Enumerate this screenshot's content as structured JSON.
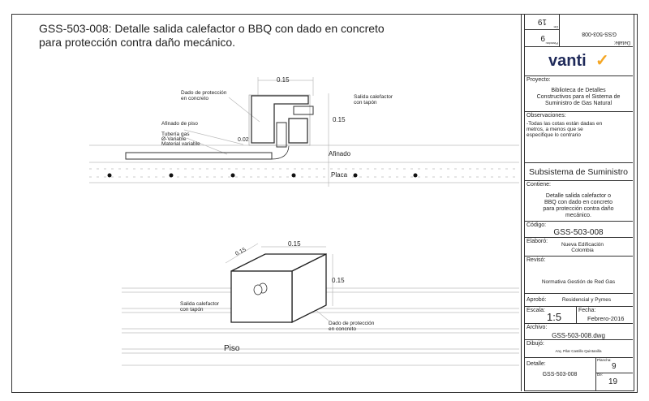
{
  "title": {
    "line1": "GSS-503-008:  Detalle salida calefactor o BBQ con dado en concreto",
    "line2": "para protección contra daño mecánico."
  },
  "section": {
    "dim_width": "0.15",
    "dim_height": "0.15",
    "dim_gap": "0.02",
    "label_dado": [
      "Dado de protección",
      "en concreto"
    ],
    "label_salida": [
      "Salida calefactor",
      "con tapón"
    ],
    "label_afinado_piso": "Afinado de piso",
    "label_tuberia": [
      "Tubería gas",
      "Ø-Variable",
      "Material variable"
    ],
    "label_afinado": "Afinado",
    "label_placa": "Placa"
  },
  "iso": {
    "dim_depth": "0.15",
    "dim_width": "0.15",
    "dim_height": "0.15",
    "label_salida": [
      "Salida calefactor",
      "con tapón"
    ],
    "label_dado": [
      "Dado de protección",
      "en concreto"
    ],
    "label_piso": "Piso"
  },
  "titleblock": {
    "header_rotated": {
      "de_label": "De:",
      "de_value": "19",
      "plancha_label": "Plancha:",
      "plancha_value": "9",
      "detalle_label": "Detalle:",
      "detalle_value": "GSS-503-008"
    },
    "logo": "vanti",
    "brand_color": "#f5a623",
    "logo_color": "#1f2a5a",
    "proyecto_label": "Proyecto:",
    "proyecto_value": [
      "Biblioteca de Detalles",
      "Constructivos para el Sistema de",
      "Suministro de Gas Natural"
    ],
    "observaciones_label": "Observaciones:",
    "observaciones_value": [
      "-Todas las cotas están dadas en",
      "metros, a menos que se",
      "especifique lo contrario"
    ],
    "subsistema": "Subsistema de Suministro",
    "contiene_label": "Contiene:",
    "contiene_value": [
      "Detalle salida calefactor o",
      "BBQ con dado en concreto",
      "para protección contra daño",
      "mecánico."
    ],
    "codigo_label": "Código:",
    "codigo_value": "GSS-503-008",
    "elaboro_label": "Elaboró:",
    "elaboro_value": [
      "Nueva Edificación",
      "Colombia"
    ],
    "reviso_label": "Revisó:",
    "reviso_value": "Normativa Gestión de Red Gas",
    "aprobo_label": "Aprobó:",
    "aprobo_value": "Residencial y Pymes",
    "escala_label": "Escala:",
    "escala_value": "1:5",
    "fecha_label": "Fecha:",
    "fecha_value": "Febrero-2016",
    "archivo_label": "Archivo:",
    "archivo_value": "GSS-503-008.dwg",
    "dibujo_label": "Dibujó:",
    "dibujo_value": "Arq. Pilar Castillo Quintanilla",
    "detalle_label": "Detalle:",
    "detalle_value": "GSS-503-008",
    "plancha_label": "Plancha:",
    "plancha_value": "9",
    "de_label": "De:",
    "de_value": "19"
  }
}
